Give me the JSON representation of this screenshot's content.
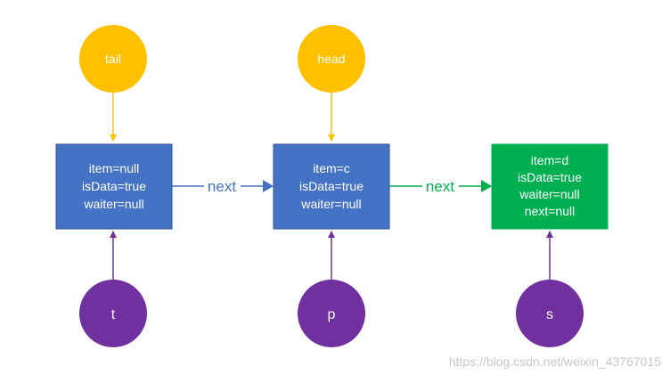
{
  "colors": {
    "yellow": "#ffc000",
    "purple": "#7030a0",
    "blue_node": "#4472c4",
    "blue_border": "#2f528f",
    "green_node": "#00b050",
    "white": "#ffffff",
    "blue_arrow": "#4472c4",
    "green_arrow": "#00b050"
  },
  "pointers_top": [
    {
      "name": "tail",
      "label": "tail"
    },
    {
      "name": "head",
      "label": "head"
    }
  ],
  "pointers_bottom": [
    {
      "name": "t",
      "label": "t"
    },
    {
      "name": "p",
      "label": "p"
    },
    {
      "name": "s",
      "label": "s"
    }
  ],
  "nodes": [
    {
      "lines": [
        "item=null",
        "isData=true",
        "waiter=null"
      ]
    },
    {
      "lines": [
        "item=c",
        "isData=true",
        "waiter=null"
      ]
    },
    {
      "lines": [
        "item=d",
        "isData=true",
        "waiter=null",
        "next=null"
      ]
    }
  ],
  "edges": [
    {
      "label": "next"
    },
    {
      "label": "next"
    }
  ],
  "watermark": "https://blog.csdn.net/weixin_43767015"
}
